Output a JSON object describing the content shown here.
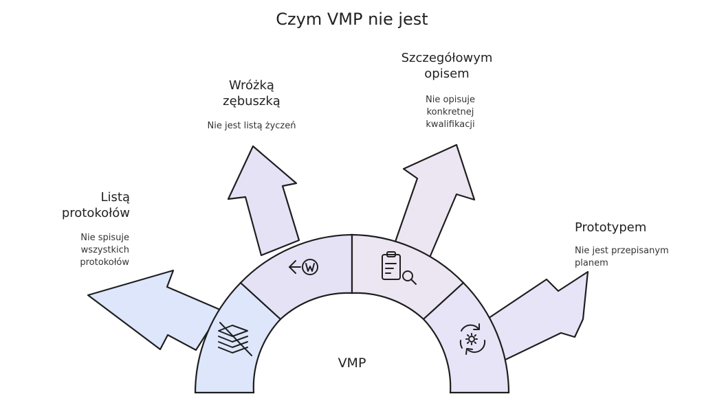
{
  "title": "Czym VMP nie jest",
  "center_label": "VMP",
  "colors": {
    "blue": "#dde6fb",
    "lavender": "#e5e2f6",
    "pink": "#ece5f2",
    "violet": "#e6e4f6",
    "stroke": "#1e1e1e"
  },
  "items": [
    {
      "title_lines": [
        "Listą",
        "protokołów"
      ],
      "desc_lines": [
        "Nie spisuje",
        "wszystkich",
        "protokołów"
      ],
      "icon": "crossed-stack-icon"
    },
    {
      "title_lines": [
        "Wróżką",
        "zębuszką"
      ],
      "desc_lines": [
        "Nie jest listą życzeń"
      ],
      "icon": "magic-wand-icon"
    },
    {
      "title_lines": [
        "Szczegółowym",
        "opisem"
      ],
      "desc_lines": [
        "Nie opisuje",
        "konkretnej",
        "kwalifikacji"
      ],
      "icon": "clipboard-search-icon"
    },
    {
      "title_lines": [
        "Prototypem"
      ],
      "desc_lines": [
        "Nie jest przepisanym",
        "planem"
      ],
      "icon": "gear-cycle-icon"
    }
  ]
}
